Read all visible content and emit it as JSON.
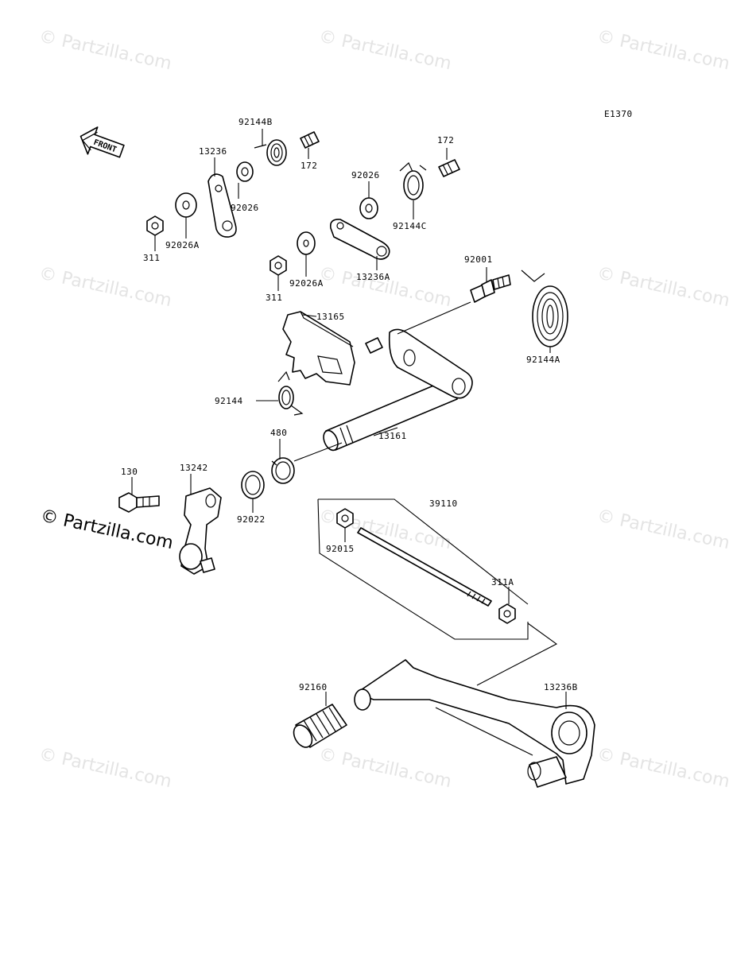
{
  "diagram_code": "E1370",
  "front_label": "FRONT",
  "watermark_text": "© Partzilla.com",
  "watermark_main": "© Partzilla.com",
  "labels": {
    "p92144B": "92144B",
    "p13236": "13236",
    "p172a": "172",
    "p172b": "172",
    "p92026a": "92026",
    "p92026b": "92026",
    "p92026A_a": "92026A",
    "p92026A_b": "92026A",
    "p311a": "311",
    "p311b": "311",
    "p92144C": "92144C",
    "p13236A": "13236A",
    "p92001": "92001",
    "p92144A": "92144A",
    "p13165": "13165",
    "p92144": "92144",
    "p480": "480",
    "p13161": "13161",
    "p130": "130",
    "p13242": "13242",
    "p92022": "92022",
    "p39110": "39110",
    "p92015": "92015",
    "p311A": "311A",
    "p92160": "92160",
    "p13236B": "13236B"
  },
  "colors": {
    "line": "#000000",
    "watermark": "#e4e4e4",
    "background": "#ffffff"
  }
}
